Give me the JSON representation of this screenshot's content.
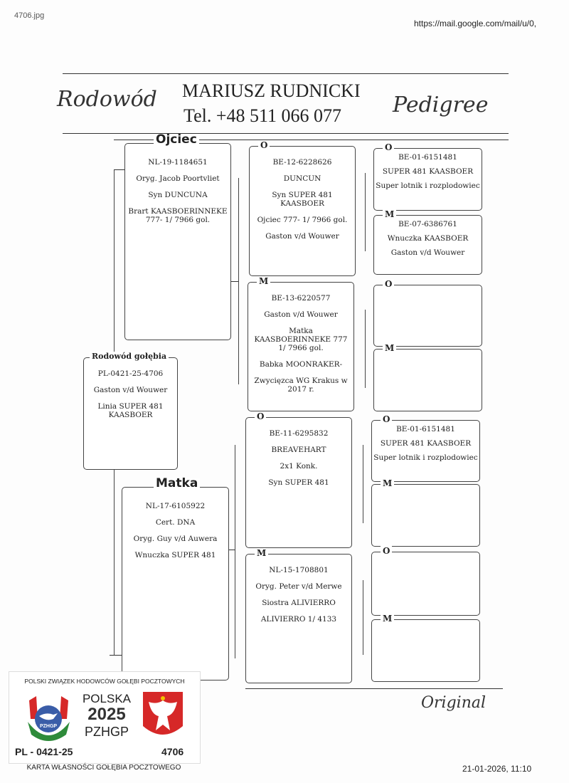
{
  "scan": {
    "filename": "4706.jpg",
    "url": "https://mail.google.com/mail/u/0,",
    "timestamp": "21-01-2026, 11:10"
  },
  "header": {
    "left_script": "Rodowód",
    "owner": "MARIUSZ RUDNICKI",
    "phone": "Tel. +48 511 066 077",
    "right_script": "Pedigree"
  },
  "subject": {
    "label": "Rodowód gołębia",
    "lines": [
      "PL-0421-25-4706",
      "Gaston v/d Wouwer",
      "Linia SUPER 481 KAASBOER"
    ]
  },
  "father": {
    "label": "Ojciec",
    "lines": [
      "NL-19-1184651",
      "Oryg. Jacob Poortvliet",
      "Syn DUNCUNA",
      "Brart KAASBOERINNEKE 777- 1/ 7966 gol."
    ]
  },
  "mother": {
    "label": "Matka",
    "lines": [
      "NL-17-6105922",
      "Cert. DNA",
      "Oryg. Guy v/d Auwera",
      "Wnuczka SUPER 481"
    ]
  },
  "gen2": [
    {
      "label": "O",
      "lines": [
        "BE-12-6228626",
        "DUNCUN",
        "Syn SUPER 481 KAASBOER",
        "Ojciec 777- 1/ 7966 gol.",
        "Gaston v/d Wouwer"
      ]
    },
    {
      "label": "M",
      "lines": [
        "BE-13-6220577",
        "Gaston v/d Wouwer",
        "Matka KAASBOERINNEKE 777 1/ 7966 gol.",
        "Babka MOONRAKER-",
        "Zwycięzca WG Krakus w 2017 r."
      ]
    },
    {
      "label": "O",
      "lines": [
        "BE-11-6295832",
        "BREAVEHART",
        "2x1 Konk.",
        "Syn SUPER 481"
      ]
    },
    {
      "label": "M",
      "lines": [
        "NL-15-1708801",
        "Oryg. Peter v/d Merwe",
        "Siostra ALIVIERRO",
        "ALIVIERRO 1/ 4133"
      ]
    }
  ],
  "gen3": [
    {
      "label": "O",
      "lines": [
        "BE-01-6151481",
        "SUPER 481 KAASBOER",
        "Super lotnik i rozplodowiec"
      ]
    },
    {
      "label": "M",
      "lines": [
        "BE-07-6386761",
        "Wnuczka KAASBOER",
        "Gaston v/d Wouwer"
      ]
    },
    {
      "label": "O",
      "lines": []
    },
    {
      "label": "M",
      "lines": []
    },
    {
      "label": "O",
      "lines": [
        "BE-01-6151481",
        "SUPER 481 KAASBOER",
        "Super lotnik i rozplodowiec"
      ]
    },
    {
      "label": "M",
      "lines": []
    },
    {
      "label": "O",
      "lines": []
    },
    {
      "label": "M",
      "lines": []
    }
  ],
  "footer": {
    "original": "Original"
  },
  "card": {
    "org": "POLSKI ZWIĄZEK HODOWCÓW GOŁĘBI POCZTOWYCH",
    "country": "POLSKA",
    "year": "2025",
    "abbr": "PZHGP",
    "logo_text": "PZHGP",
    "ring": "PL - 0421-25",
    "number": "4706",
    "caption": "KARTA WŁASNOŚCI GOŁĘBIA POCZTOWEGO",
    "colors": {
      "red": "#d62828",
      "green": "#2e8b3a",
      "blue": "#3a5da8"
    }
  }
}
